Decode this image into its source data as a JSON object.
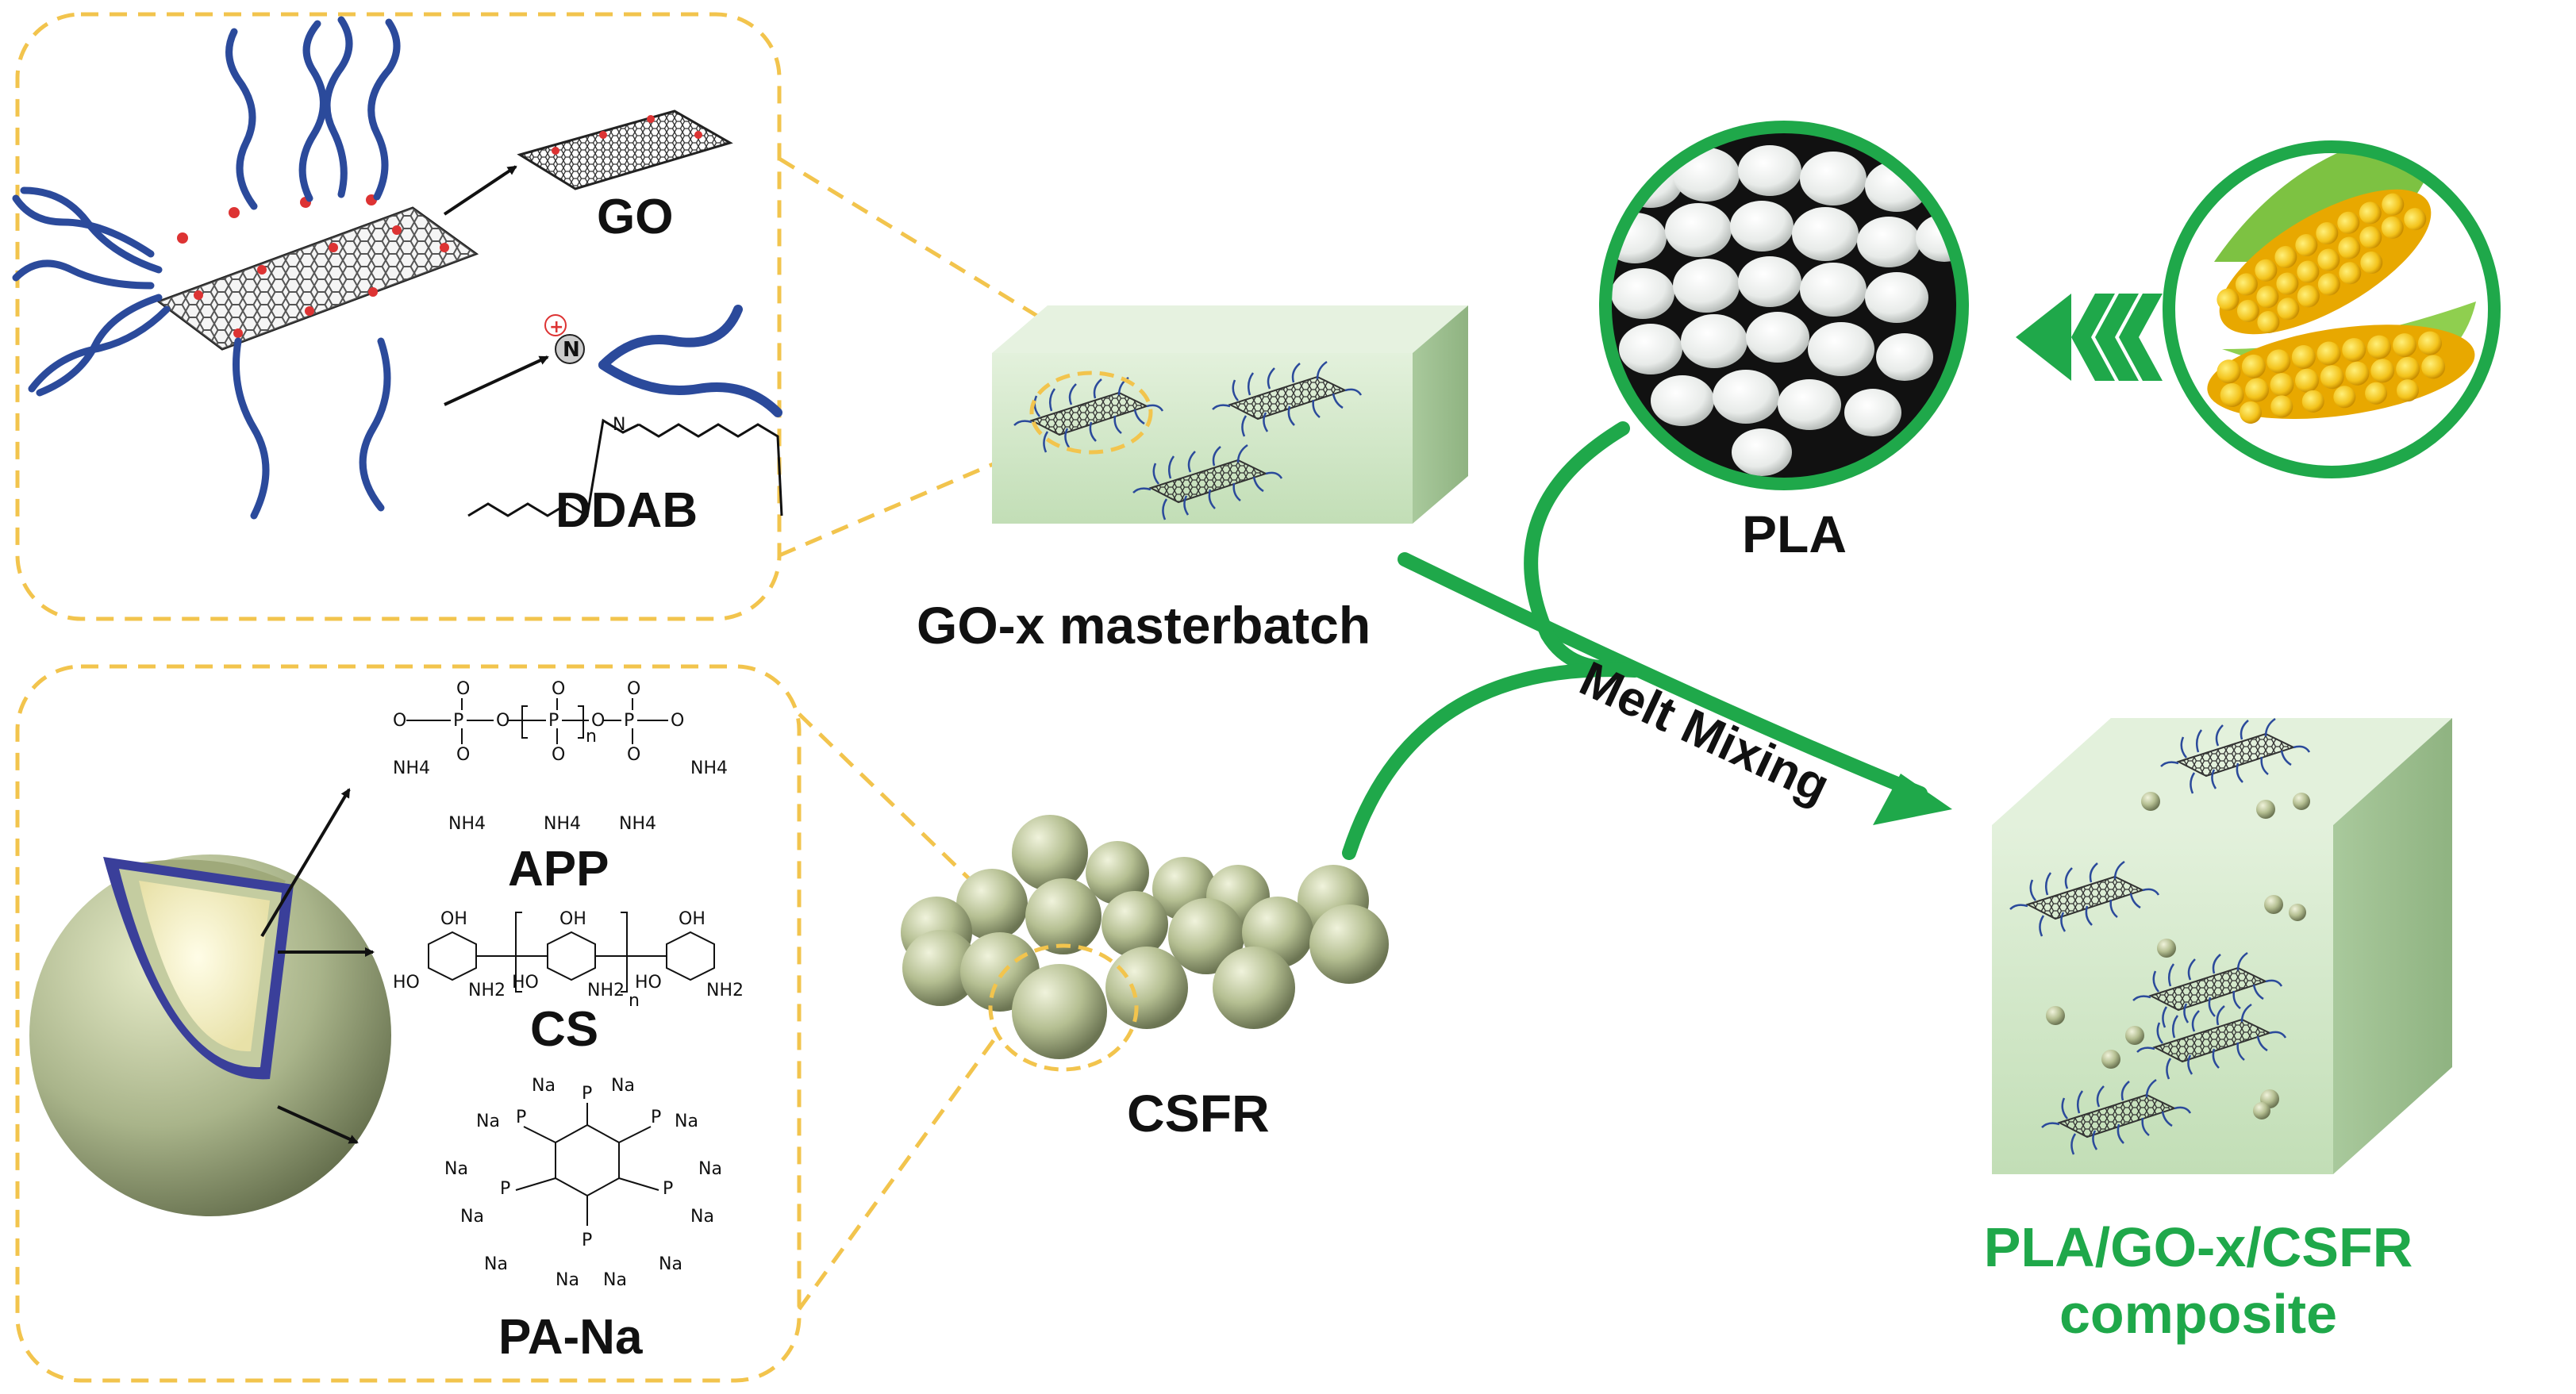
{
  "labels": {
    "go": "GO",
    "ddab": "DDAB",
    "app": "APP",
    "cs": "CS",
    "pa_na": "PA-Na",
    "masterbatch": "GO-x masterbatch",
    "csfr": "CSFR",
    "pla": "PLA",
    "melt_mixing": "Melt Mixing",
    "composite_line1": "PLA/GO-x/CSFR",
    "composite_line2": "composite"
  },
  "chem_text": {
    "o": "O",
    "p": "P",
    "n": "n",
    "nh4": "NH4",
    "nh2": "NH2",
    "oh": "OH",
    "ho": "HO",
    "na": "Na",
    "n_plus": "N"
  },
  "colors": {
    "accent_green": "#1fa84a",
    "dashed_gold": "#f2c44d",
    "polymer_blue": "#2b4a9b",
    "block_green": "#cfe6c6",
    "sphere_green": "#a9b48a",
    "core_cream": "#f5f1c8",
    "shell_blue": "#3a3f9a"
  },
  "icons": [
    "corn-icon",
    "pla-pellets-icon",
    "graphene-sheet-icon",
    "core-shell-sphere-icon"
  ]
}
